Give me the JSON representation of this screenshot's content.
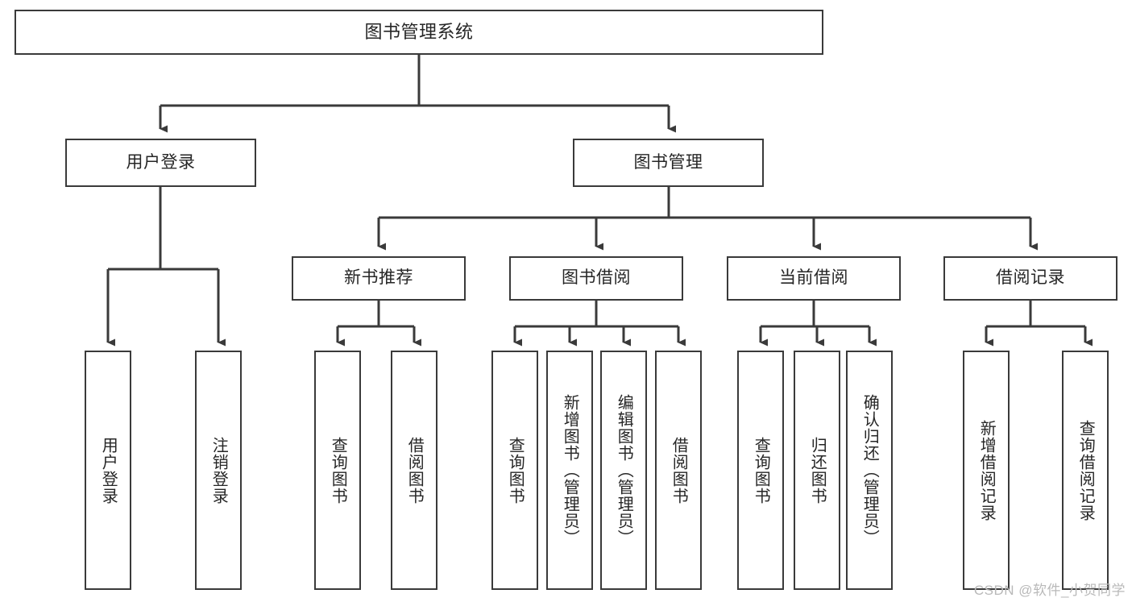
{
  "diagram": {
    "title": "图书管理系统",
    "type": "tree-hierarchy",
    "stroke_color": "#3a3a3a",
    "text_color": "#262626",
    "background_color": "#ffffff",
    "watermark": "CSDN @软件_小贺同学"
  },
  "nodes": {
    "root": {
      "label": "图书管理系统"
    },
    "level2": [
      {
        "label": "用户登录"
      },
      {
        "label": "图书管理"
      }
    ],
    "level3": [
      {
        "label": "新书推荐"
      },
      {
        "label": "图书借阅"
      },
      {
        "label": "当前借阅"
      },
      {
        "label": "借阅记录"
      }
    ],
    "leaves_user_login": [
      {
        "label": "用户登录"
      },
      {
        "label": "注销登录"
      }
    ],
    "leaves_new_books": [
      {
        "label": "查询图书"
      },
      {
        "label": "借阅图书"
      }
    ],
    "leaves_borrow": [
      {
        "label": "查询图书"
      },
      {
        "label": "新增图书（管理员）"
      },
      {
        "label": "编辑图书（管理员）"
      },
      {
        "label": "借阅图书"
      }
    ],
    "leaves_current": [
      {
        "label": "查询图书"
      },
      {
        "label": "归还图书"
      },
      {
        "label": "确认归还（管理员）"
      }
    ],
    "leaves_records": [
      {
        "label": "新增借阅记录"
      },
      {
        "label": "查询借阅记录"
      }
    ]
  }
}
